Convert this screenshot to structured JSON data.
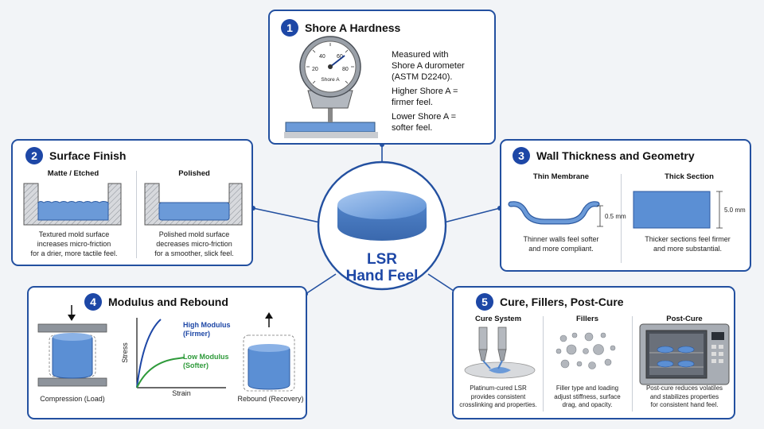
{
  "center": {
    "line1": "LSR",
    "line2": "Hand Feel"
  },
  "panel1": {
    "number": "1",
    "title": "Shore A Hardness",
    "gauge": {
      "t20": "20",
      "t40": "40",
      "t60": "60",
      "t80": "80",
      "label": "Shore A"
    },
    "lines": [
      "Measured with",
      "Shore A durometer",
      "(ASTM D2240).",
      "Higher Shore A =",
      "firmer feel.",
      "Lower Shore A =",
      "softer feel."
    ]
  },
  "panel2": {
    "number": "2",
    "title": "Surface Finish",
    "left": {
      "label": "Matte / Etched",
      "caption": [
        "Textured mold surface",
        "increases micro-friction",
        "for a drier, more tactile feel."
      ]
    },
    "right": {
      "label": "Polished",
      "caption": [
        "Polished mold surface",
        "decreases micro-friction",
        "for a smoother, slick feel."
      ]
    }
  },
  "panel3": {
    "number": "3",
    "title": "Wall Thickness and Geometry",
    "left": {
      "label": "Thin Membrane",
      "dim": "0.5 mm",
      "caption": [
        "Thinner walls feel softer",
        "and more compliant."
      ]
    },
    "right": {
      "label": "Thick Section",
      "dim": "5.0 mm",
      "caption": [
        "Thicker sections feel firmer",
        "and more substantial."
      ]
    }
  },
  "panel4": {
    "number": "4",
    "title": "Modulus and Rebound",
    "compression": "Compression (Load)",
    "rebound": "Rebound (Recovery)",
    "xlabel": "Strain",
    "ylabel": "Stress",
    "high": [
      "High Modulus",
      "(Firmer)"
    ],
    "low": [
      "Low Modulus",
      "(Softer)"
    ]
  },
  "panel5": {
    "number": "5",
    "title": "Cure, Fillers, Post-Cure",
    "cure": {
      "label": "Cure System",
      "caption": [
        "Platinum-cured LSR",
        "provides consistent",
        "crosslinking and properties."
      ]
    },
    "fillers": {
      "label": "Fillers",
      "caption": [
        "Filler type and loading",
        "adjust stiffness, surface",
        "drag, and opacity."
      ]
    },
    "postcure": {
      "label": "Post-Cure",
      "caption": [
        "Post-cure reduces volatiles",
        "and stabilizes properties",
        "for consistent hand feel."
      ]
    }
  },
  "colors": {
    "accent": "#1d47a6",
    "border": "#2350a0",
    "lsr": "#5b8fd4",
    "high": "#1d47a6",
    "low": "#2e9a3a"
  }
}
